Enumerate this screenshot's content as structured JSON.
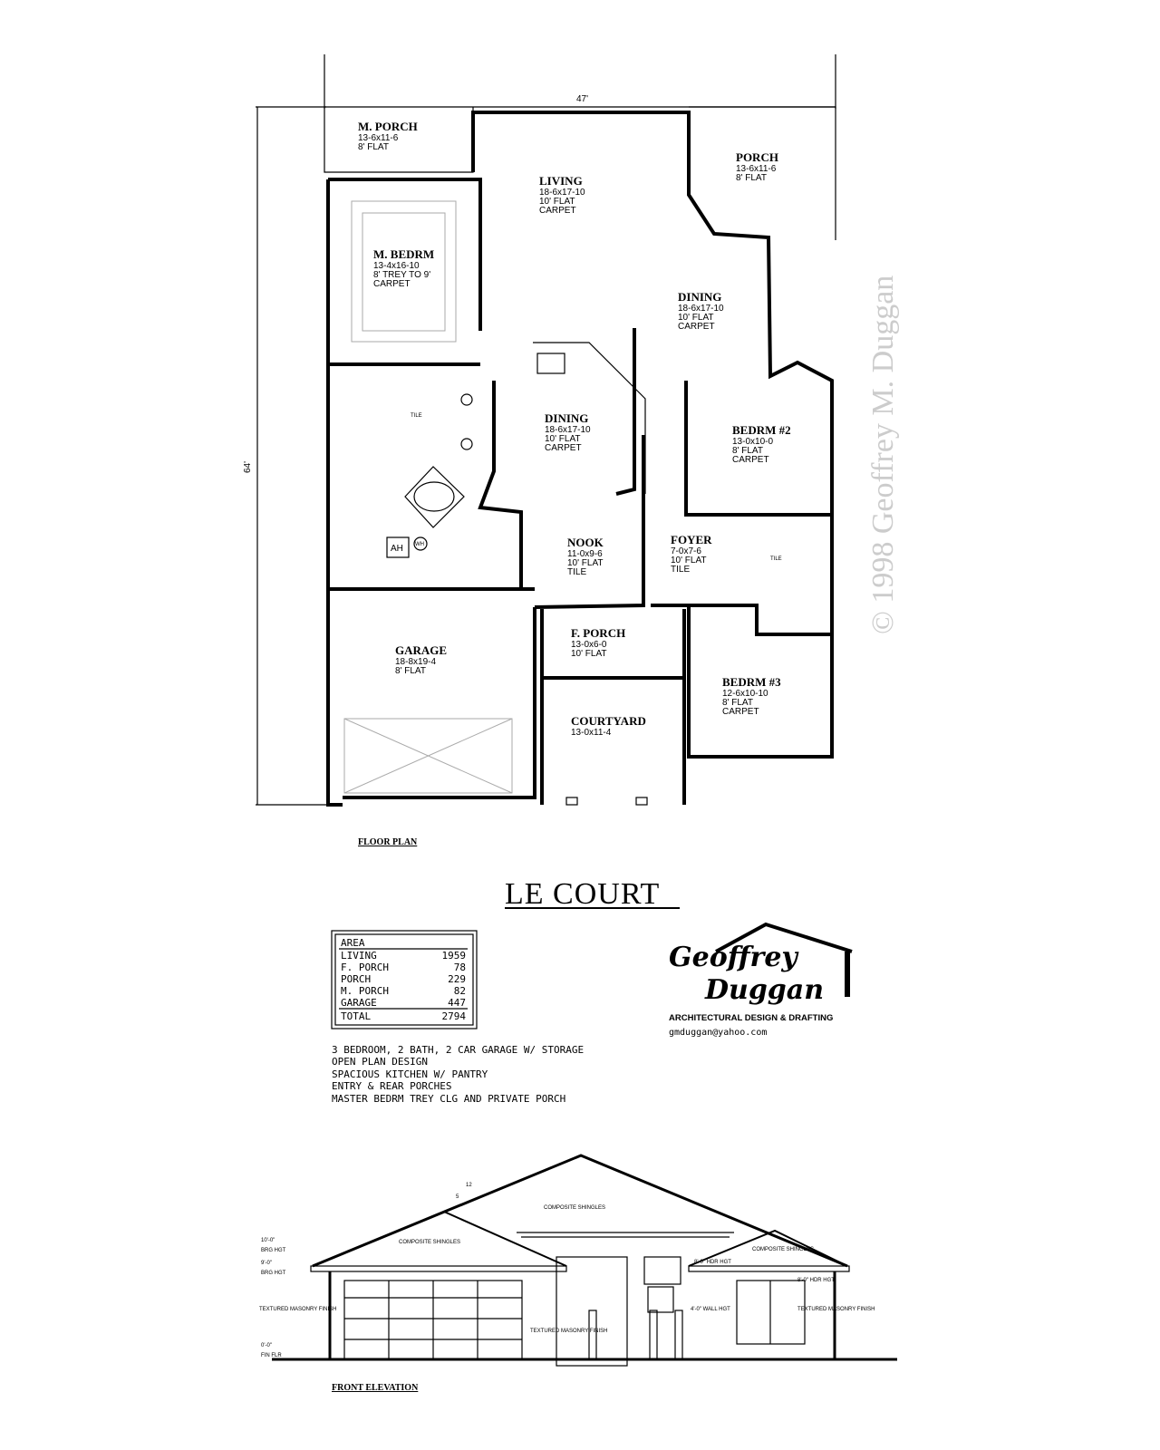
{
  "dimensions": {
    "width": "47'",
    "depth": "64'"
  },
  "rooms": [
    {
      "name": "M. PORCH",
      "size": "13-6x11-6",
      "ceiling": "8' FLAT"
    },
    {
      "name": "PORCH",
      "size": "13-6x11-6",
      "ceiling": "8' FLAT"
    },
    {
      "name": "LIVING",
      "size": "18-6x17-10",
      "ceiling": "10' FLAT",
      "floor": "CARPET"
    },
    {
      "name": "M. BEDRM",
      "size": "13-4x16-10",
      "ceiling": "8' TREY TO 9'",
      "floor": "CARPET"
    },
    {
      "name": "DINING",
      "size": "18-6x17-10",
      "ceiling": "10' FLAT",
      "floor": "CARPET"
    },
    {
      "name": "DINING",
      "size": "18-6x17-10",
      "ceiling": "10' FLAT",
      "floor": "CARPET"
    },
    {
      "name": "BEDRM #2",
      "size": "13-0x10-0",
      "ceiling": "8' FLAT",
      "floor": "CARPET"
    },
    {
      "name": "NOOK",
      "size": "11-0x9-6",
      "ceiling": "10' FLAT",
      "floor": "TILE"
    },
    {
      "name": "FOYER",
      "size": "7-0x7-6",
      "ceiling": "10' FLAT",
      "floor": "TILE"
    },
    {
      "name": "GARAGE",
      "size": "18-8x19-4",
      "ceiling": "8' FLAT"
    },
    {
      "name": "F. PORCH",
      "size": "13-0x6-0",
      "ceiling": "10' FLAT"
    },
    {
      "name": "BEDRM #3",
      "size": "12-6x10-10",
      "ceiling": "8' FLAT",
      "floor": "CARPET"
    },
    {
      "name": "COURTYARD",
      "size": "13-0x11-4"
    }
  ],
  "fixtures": {
    "tile": "TILE",
    "ah": "AH",
    "wh": "WH"
  },
  "watermark": "© 1998 Geoffrey M. Duggan",
  "floor_plan_label": "FLOOR PLAN",
  "title": "LE COURT",
  "area_table": {
    "header": "AREA",
    "rows": [
      {
        "label": "LIVING",
        "value": "1959"
      },
      {
        "label": "F. PORCH",
        "value": "78"
      },
      {
        "label": "PORCH",
        "value": "229"
      },
      {
        "label": "M. PORCH",
        "value": "82"
      },
      {
        "label": "GARAGE",
        "value": "447"
      }
    ],
    "total": {
      "label": "TOTAL",
      "value": "2794"
    }
  },
  "features": [
    "3 BEDROOM, 2 BATH, 2 CAR GARAGE W/ STORAGE",
    "OPEN PLAN DESIGN",
    "SPACIOUS KITCHEN W/ PANTRY",
    "ENTRY & REAR PORCHES",
    "MASTER BEDRM TREY CLG AND PRIVATE PORCH"
  ],
  "logo": {
    "line1": "Geoffrey",
    "line2": "Duggan",
    "tagline": "ARCHITECTURAL DESIGN & DRAFTING",
    "email": "gmduggan@yahoo.com"
  },
  "elevation": {
    "label": "FRONT ELEVATION",
    "pitch_rise": "5",
    "pitch_run": "12",
    "roof_note": "COMPOSITE SHINGLES",
    "wall_note": "TEXTURED MASONRY FINISH",
    "levels": [
      {
        "height": "10'-0\"",
        "name": "BRG HGT"
      },
      {
        "height": "9'-0\"",
        "name": "BRG HGT"
      },
      {
        "height": "0'-0\"",
        "name": "FIN FLR"
      }
    ],
    "hdr_hgt": "8'-0\" HDR HGT",
    "wall_hgt": "4'-0\" WALL HGT"
  }
}
